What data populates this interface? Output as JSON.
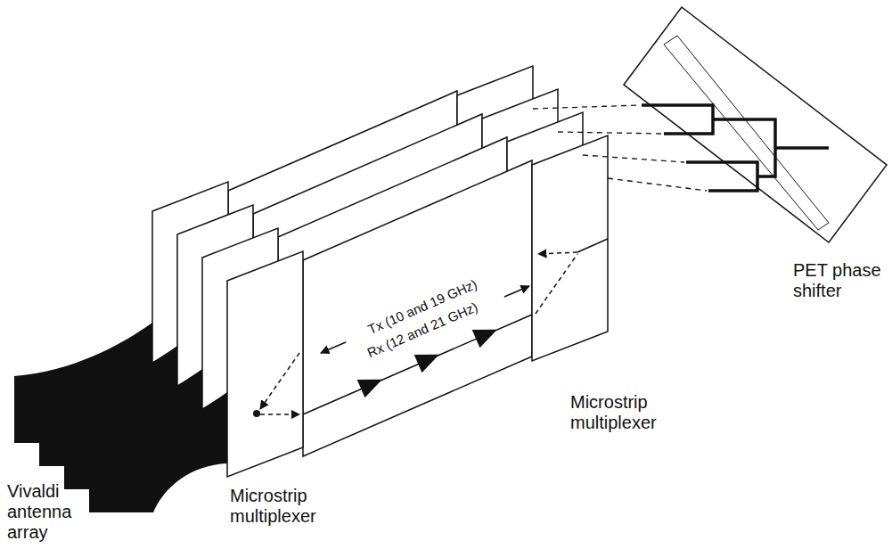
{
  "diagram": {
    "labels": [
      "PET phase shifter",
      "Tx (10 and 19 GHz)",
      "Rx (12 and 21 GHz)",
      "Microstrip multiplexer",
      "Vivaldi antenna array",
      "Microstrip multiplexer"
    ]
  }
}
